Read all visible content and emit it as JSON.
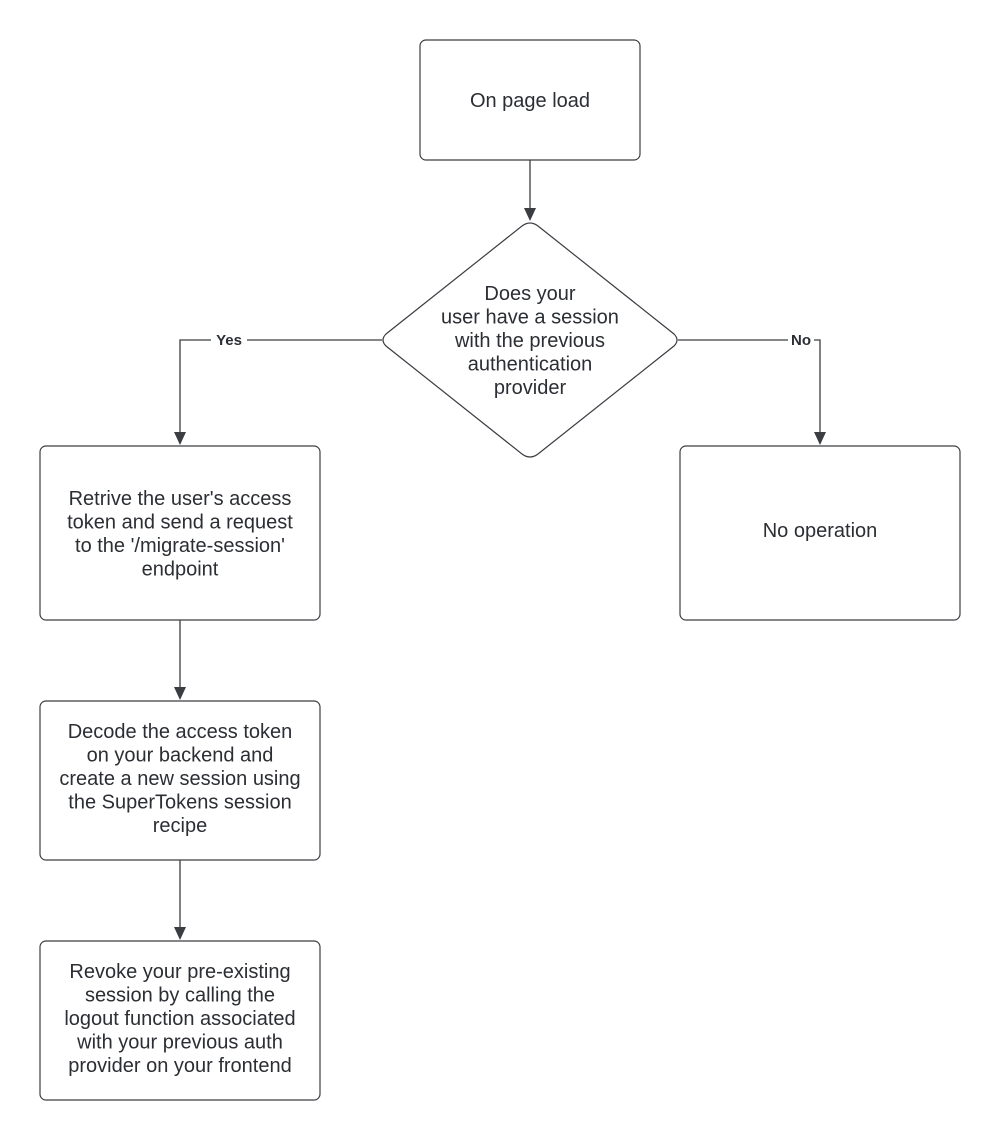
{
  "nodes": {
    "start": {
      "lines": [
        "On page load"
      ]
    },
    "decision": {
      "lines": [
        "Does your",
        "user have a session",
        "with the previous",
        "authentication",
        "provider"
      ]
    },
    "migrate": {
      "lines": [
        "Retrive the user's access",
        "token and send a request",
        "to the '/migrate-session'",
        "endpoint"
      ]
    },
    "noop": {
      "lines": [
        "No operation"
      ]
    },
    "decode": {
      "lines": [
        "Decode the access token",
        "on your backend and",
        "create a new session using",
        "the SuperTokens session",
        "recipe"
      ]
    },
    "revoke": {
      "lines": [
        "Revoke your pre-existing",
        "session by calling the",
        "logout function associated",
        "with your previous auth",
        "provider on your frontend"
      ]
    }
  },
  "edges": {
    "yes_label": "Yes",
    "no_label": "No"
  },
  "colors": {
    "stroke": "#3a3d42",
    "text": "#2b2e33",
    "background": "#ffffff"
  }
}
